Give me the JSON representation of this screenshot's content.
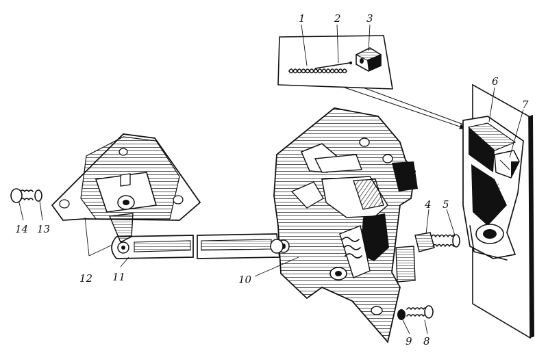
{
  "figure": {
    "ink_color": "#111111",
    "paper_color": "#ffffff",
    "callouts": [
      "1",
      "2",
      "3",
      "4",
      "5",
      "6",
      "7",
      "8",
      "9",
      "10",
      "11",
      "12",
      "13",
      "14"
    ]
  }
}
